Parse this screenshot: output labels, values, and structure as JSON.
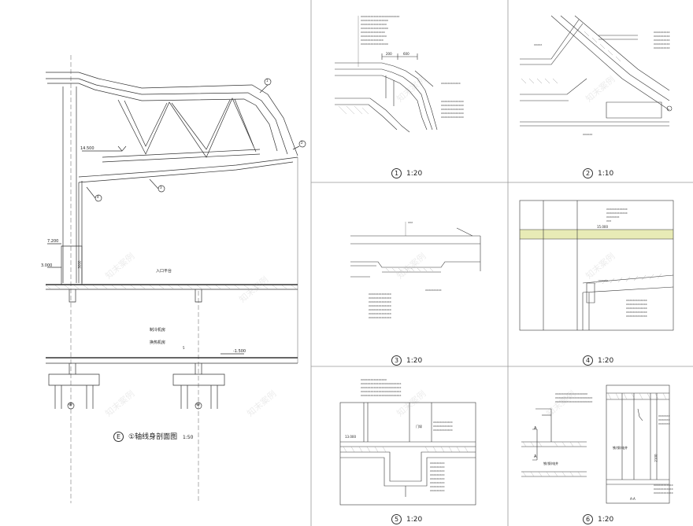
{
  "main_section": {
    "caption_marker": "E",
    "caption_text": "①轴线身剖面图",
    "caption_scale": "1:50",
    "labels": {
      "entrance": "入口平台",
      "equipment": "制冷机房",
      "equipment2": "换热机房",
      "elev_top": "14.500",
      "elev_mid": "7.200",
      "elev_low": "3.000",
      "elev_base": "-1.500",
      "dim_vertical": "3000",
      "callout_1": "1",
      "callout_2": "2",
      "callout_3": "3",
      "callout_4": "4",
      "callout_5": "5",
      "pile_a": "⊕",
      "pile_b": "⊕"
    }
  },
  "details": [
    {
      "num": "1",
      "scale": "1:20"
    },
    {
      "num": "2",
      "scale": "1:10"
    },
    {
      "num": "3",
      "scale": "1:20"
    },
    {
      "num": "4",
      "scale": "1:20"
    },
    {
      "num": "5",
      "scale": "1:20"
    },
    {
      "num": "6",
      "scale": "1:20"
    }
  ],
  "detail_labels": {
    "d1_dims": [
      "200",
      "600"
    ],
    "d4_elev": "15.000",
    "d5_elev": "13.000",
    "d5_label": "门垛",
    "d6_label_a": "A",
    "d6_label_b": "A",
    "d6_room1": "铁(钢)电井",
    "d6_room2": "铁(钢)电井",
    "d6_dim": "2100",
    "d6_section": "A-A"
  },
  "watermark": "知末案例",
  "colors": {
    "line": "#333333",
    "hatch": "#888888",
    "insulation": "#e8ebb6",
    "divider": "#999999"
  }
}
